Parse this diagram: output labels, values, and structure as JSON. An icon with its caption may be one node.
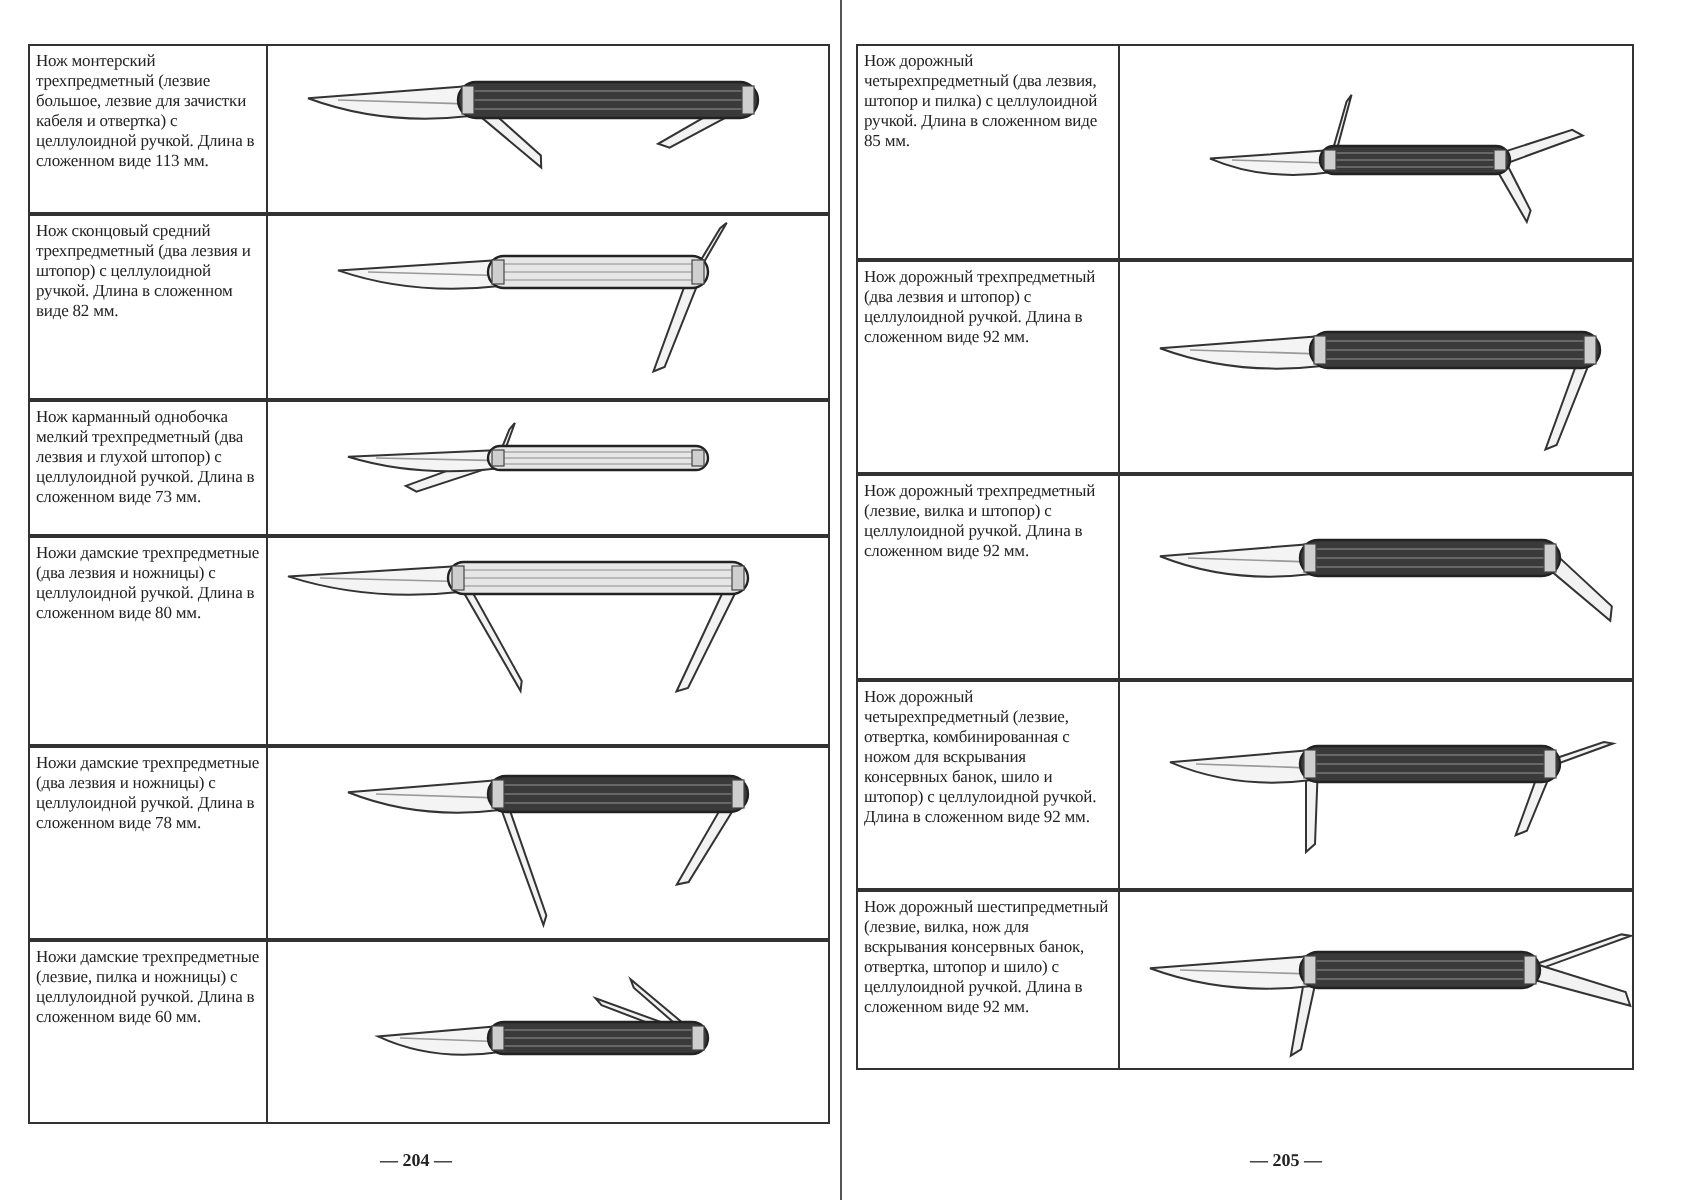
{
  "diagram": {
    "labels": [
      "Нож монтерский трехпредметный (лезвие большое, лезвие для зачистки кабеля и отвертка) с целлулоидной ручкой. Длина в сложенном виде 113 мм.",
      "Нож сконцовый средний трехпредметный (два лезвия и штопор) с целлулоидной ручкой. Длина в сложенном виде 82 мм.",
      "Нож карманный однобочка мелкий трехпредметный (два лезвия и глухой штопор) с целлулоидной ручкой. Длина в сложенном виде 73 мм.",
      "Ножи дамские трехпредметные (два лезвия и ножницы) с целлулоидной ручкой. Длина в сложенном виде 80 мм.",
      "Ножи дамские трехпредметные (два лезвия и ножницы) с целлулоидной ручкой. Длина в сложенном виде 78 мм.",
      "Ножи дамские трехпредметные (лезвие, пилка и ножницы) с целлулоидной ручкой. Длина в сложенном виде 60 мм.",
      "Нож дорожный четырехпредметный (два лезвия, штопор и пилка) с целлулоидной ручкой. Длина в сложенном виде 85 мм.",
      "Нож дорожный трехпредметный (два лезвия и штопор) с целлулоидной ручкой. Длина в сложенном виде 92 мм.",
      "Нож дорожный трехпредметный (лезвие, вилка и штопор) с целлулоидной ручкой. Длина в сложенном виде 92 мм.",
      "Нож дорожный четырехпредметный (лезвие, отвертка, комбинированная с ножом для вскрывания консервных банок, шило и штопор) с целлулоидной ручкой. Длина в сложенном виде 92 мм.",
      "Нож дорожный шестипредметный (лезвие, вилка, нож для вскрывания консервных банок, отвертка, штопор и шило) с целлулоидной ручкой. Длина в сложенном виде 92 мм.",
      "— 204 —",
      "— 205 —"
    ]
  }
}
